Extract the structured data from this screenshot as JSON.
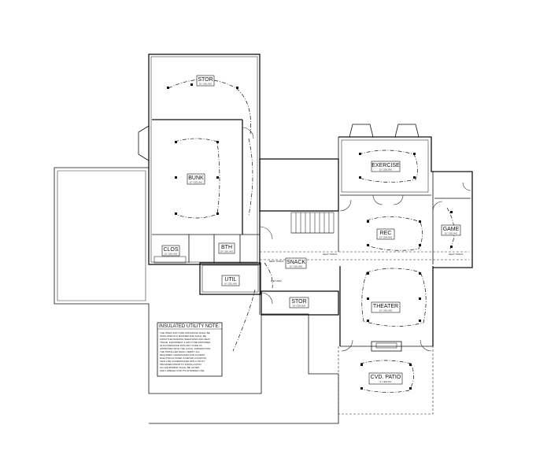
{
  "rooms": {
    "stor_upper": {
      "name": "STOR",
      "note": "10' CEILING"
    },
    "bunk": {
      "name": "BUNK",
      "note": "10' CEILING"
    },
    "exercise": {
      "name": "EXERCISE",
      "note": "10' CEILING"
    },
    "game": {
      "name": "GAME",
      "note": "10' CEILING"
    },
    "rec": {
      "name": "REC",
      "note": "10' CEILING"
    },
    "closet": {
      "name": "CLOS",
      "note": "10' CEILING"
    },
    "bath": {
      "name": "BTH",
      "note": "10' CEILING"
    },
    "utility": {
      "name": "UTIL",
      "note": "10' CEILING"
    },
    "snack": {
      "name": "SNACK",
      "note": "10' CEILING"
    },
    "stor_lower": {
      "name": "STOR",
      "note": "10' CEILING"
    },
    "theater": {
      "name": "THEATER",
      "note": "10' CEILING"
    },
    "cvd_patio": {
      "name": "CVD. PATIO",
      "note": "9' CEILING"
    }
  },
  "annotations": {
    "heat_track_1": "HEAT TRACK",
    "heat_track_2": "HEAT TRACK",
    "heat_track_3": "HEAT TRACK",
    "wet_bar": "WET BAR"
  },
  "note": {
    "title": "INSULATED UTILITY NOTE:",
    "lines": [
      "THE OPEN SOFT AND APPLIANCE SHALL BE",
      "INSULATED IN A MANNER AND SHALL BE",
      "FROM THE FRAMING SHEATHING AND HEAT",
      "TRACE. EQUIPMENT & AIR TO BE PROVIDED",
      "IN ACCORDANCE WITH IRC CODE AS",
      "APPROVED WITH THE LOCAL JURISDICTION",
      "THE INSTALLER SHALL VERIFY ALL",
      "REQUIRED CLEARANCES AND ACCESS",
      "ELECTRICAL PANEL & METER LOCATION",
      "SHALL BE COORDINATED WITH UTILITY",
      "PROVIDER PRIOR TO INSTALLATION",
      "ALL EQUIPMENT SHALL BE LISTED",
      "AND LABELED FOR ITS INTENDED USE"
    ]
  }
}
